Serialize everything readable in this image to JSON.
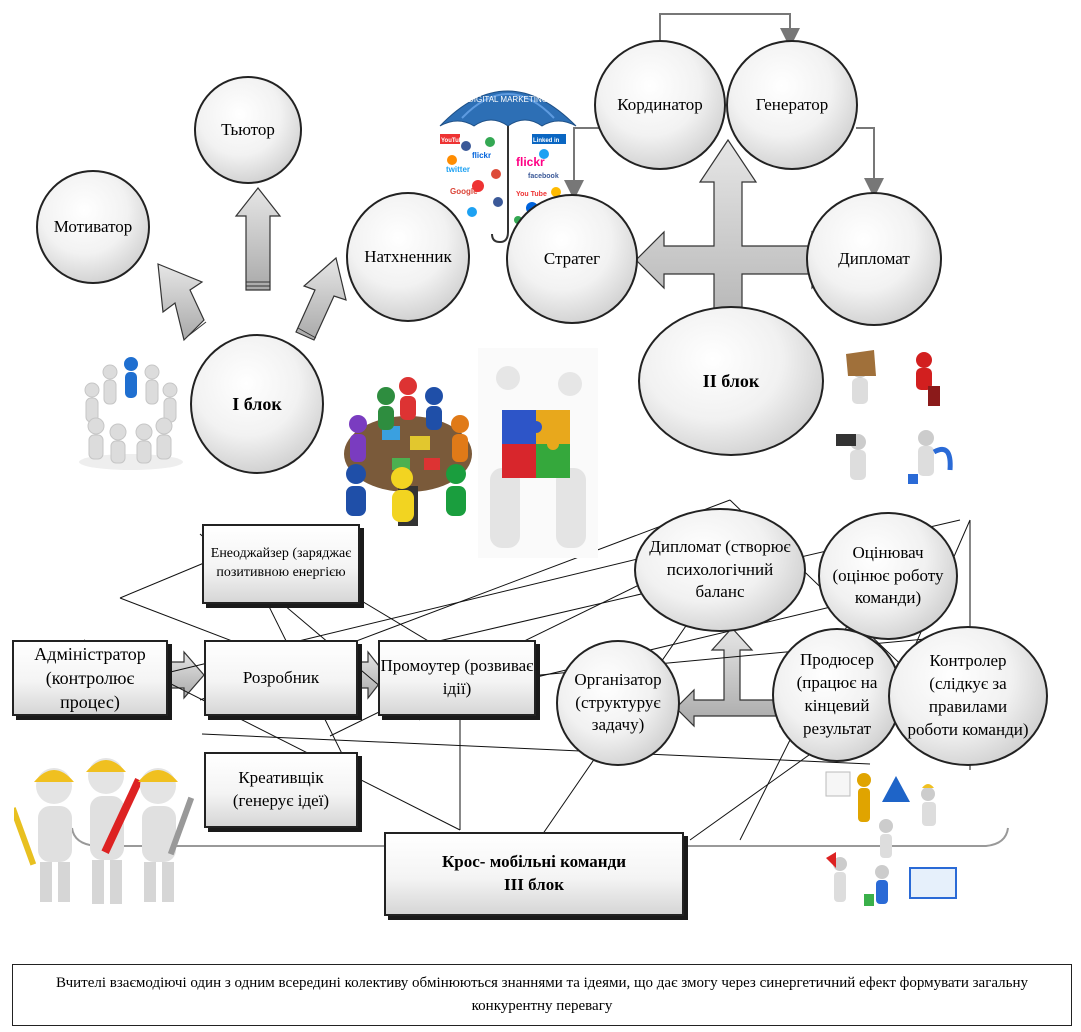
{
  "block1": {
    "tutor": "Тьютор",
    "motivator": "Мотиватор",
    "inspirer": "Натхненник",
    "label": "І блок"
  },
  "block2": {
    "coordinator": "Кординатор",
    "generator": "Генератор",
    "strategist": "Стратег",
    "diplomat": "Дипломат",
    "label": "ІІ блок"
  },
  "block3": {
    "energizer": "Енеоджайзер (заряджає позитивною енергією",
    "administrator": "Адміністратор (контролює процес)",
    "developer": "Розробник",
    "promoter": "Промоутер (розвиває ідії)",
    "creative": "Креативщік (генерує ідеї)",
    "diplomat": "Дипломат (створює психологічний баланс",
    "evaluator": "Оцінювач (оцінює роботу команди)",
    "organizer": "Організатор (структурує задачу)",
    "producer": "Продюсер (працює на кінцевий результат",
    "controller": "Контролер (слідкує за правилами роботи команди)",
    "label_line1": "Крос- мобільні команди",
    "label_line2": "ІІІ блок"
  },
  "umbrella": {
    "caption": "DIGITAL MARKETING",
    "brands": [
      "YouTube",
      "flickr",
      "Linked in",
      "twitter",
      "facebook",
      "Google",
      "You Tube",
      "flickr"
    ]
  },
  "summary": "Вчителі взаємодіючі один з одним всередині колективу обмінюються знаннями та ідеями,  що дає змогу через синергетичний ефект формувати загальну конкурентну перевагу"
}
